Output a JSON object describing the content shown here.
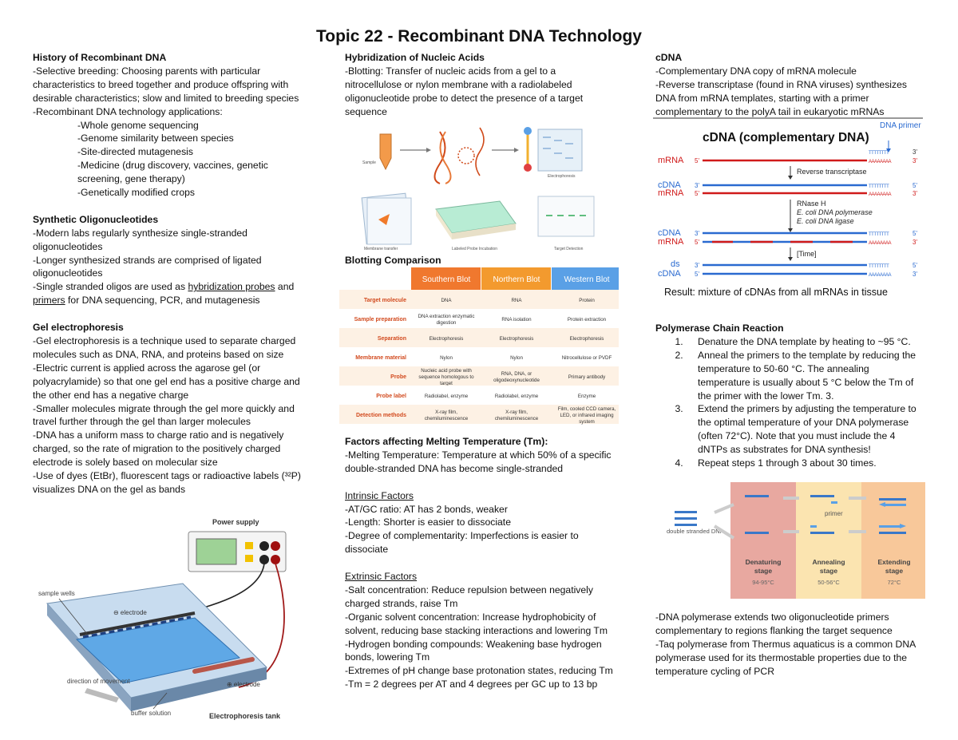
{
  "title": "Topic 22 - Recombinant DNA Technology",
  "col1": {
    "history": {
      "heading": "History of Recombinant DNA",
      "lines": [
        "-Selective breeding: Choosing parents with particular",
        "characteristics to breed together and produce offspring with",
        "desirable characteristics; slow and limited to breeding species",
        "-Recombinant DNA technology applications:"
      ],
      "apps": [
        "-Whole genome sequencing",
        "-Genome similarity between species",
        "-Site-directed mutagenesis",
        "-Medicine (drug discovery, vaccines, genetic",
        "screening, gene therapy)",
        "-Genetically modified crops"
      ]
    },
    "synthetic": {
      "heading": "Synthetic Oligonucleotides",
      "lines": [
        "-Modern labs regularly synthesize single-stranded",
        "oligonucleotides",
        "-Longer synthesized strands are comprised of ligated",
        "oligonucleotides"
      ],
      "probe_pre": "-Single stranded oligos are used as ",
      "probe_link": "hybridization probes",
      "probe_post": " and",
      "primer_link": "primers",
      "primer_post": " for DNA sequencing, PCR, and mutagenesis"
    },
    "gel": {
      "heading": "Gel electrophoresis",
      "lines": [
        "-Gel electrophoresis is a technique used to separate charged",
        "molecules such as DNA, RNA, and proteins based on size",
        "-Electric current is applied across the agarose gel (or",
        "polyacrylamide) so that one gel end has a positive charge and",
        "the other end has a negative charge",
        "-Smaller molecules migrate through the gel more quickly and",
        "travel further through the gel than larger molecules",
        "-DNA has a uniform mass to charge ratio and is negatively",
        "charged, so the rate of migration to the positively charged",
        "electrode is solely based on molecular size",
        "-Use of dyes (EtBr), fluorescent tags or radioactive labels (³²P)",
        "visualizes DNA on the gel as bands"
      ],
      "figure": {
        "power_supply": "Power supply",
        "sample_wells": "sample wells",
        "neg_electrode": "⊖ electrode",
        "pos_electrode": "⊕ electrode",
        "direction": "direction of movement",
        "buffer": "buffer solution",
        "tank": "Electrophoresis tank"
      }
    }
  },
  "col2": {
    "hybridization": {
      "heading": "Hybridization of Nucleic Acids",
      "lines": [
        "-Blotting: Transfer of nucleic acids from a gel to a",
        "nitrocellulose or nylon membrane with a radiolabeled",
        "oligonucleotide probe to detect the presence of a target",
        "sequence"
      ],
      "figure": {
        "sample": "Sample",
        "electrophoresis": "Electrophoresis",
        "membrane": "Membrane transfer",
        "hybridization": "Labeled Probe Incubation",
        "detection": "Target Detection"
      }
    },
    "blotting": {
      "heading": "Blotting Comparison",
      "columns": [
        "Southern Blot",
        "Northern Blot",
        "Western Blot"
      ],
      "header_colors": [
        "#f0782e",
        "#f39a2e",
        "#5aa0e6"
      ],
      "rows": [
        {
          "label": "Target molecule",
          "cells": [
            "DNA",
            "RNA",
            "Protein"
          ]
        },
        {
          "label": "Sample preparation",
          "cells": [
            "DNA extraction enzymatic digestion",
            "RNA isolation",
            "Protein extraction"
          ]
        },
        {
          "label": "Separation",
          "cells": [
            "Electrophoresis",
            "Electrophoresis",
            "Electrophoresis"
          ]
        },
        {
          "label": "Membrane material",
          "cells": [
            "Nylon",
            "Nylon",
            "Nitrocellulose or PVDF"
          ]
        },
        {
          "label": "Probe",
          "cells": [
            "Nucleic acid probe with sequence homologous to target",
            "RNA, DNA, or oligodeoxynucleotide",
            "Primary antibody"
          ]
        },
        {
          "label": "Probe label",
          "cells": [
            "Radiolabel, enzyme",
            "Radiolabel, enzyme",
            "Enzyme"
          ]
        },
        {
          "label": "Detection methods",
          "cells": [
            "X-ray film, chemiluminescence",
            "X-ray film, chemiluminescence",
            "Film, cooled CCD camera, LED, or infrared imaging system"
          ]
        }
      ]
    },
    "melting": {
      "heading": "Factors affecting Melting Temperature (Tm):",
      "lines": [
        "-Melting Temperature: Temperature at which 50% of a specific",
        "double-stranded DNA has become single-stranded"
      ],
      "intrinsic_heading": "Intrinsic Factors",
      "intrinsic": [
        "-AT/GC ratio: AT has 2 bonds, weaker",
        "-Length: Shorter is easier to dissociate",
        "-Degree of complementarity: Imperfections is easier to",
        "dissociate"
      ],
      "extrinsic_heading": "Extrinsic Factors",
      "extrinsic": [
        "-Salt concentration: Reduce repulsion between negatively",
        "charged strands, raise Tm",
        "-Organic solvent concentration: Increase hydrophobicity of",
        "solvent, reducing base stacking interactions and lowering Tm",
        "-Hydrogen bonding compounds: Weakening base hydrogen",
        "bonds, lowering Tm",
        "-Extremes of pH change base protonation states, reducing Tm",
        "-Tm = 2 degrees per AT and 4 degrees per GC up to 13 bp"
      ]
    }
  },
  "col3": {
    "cdna": {
      "heading": "cDNA",
      "lines": [
        "-Complementary DNA copy of mRNA molecule",
        "-Reverse transcriptase (found in RNA viruses) synthesizes",
        "DNA from mRNA templates, starting with a primer",
        "complementary to the polyA tail in eukaryotic mRNAs"
      ],
      "figure": {
        "title": "cDNA (complementary DNA)",
        "primer": "DNA primer",
        "mrna": "mRNA",
        "cdna": "cDNA",
        "ds": "ds",
        "five": "5'",
        "three": "3'",
        "step1": "Reverse transcriptase",
        "step2a": "RNase H",
        "step2b": "E. coli DNA polymerase",
        "step2c": "E. coli DNA ligase",
        "step3": "[Time]",
        "tail_t": "TTTTTTTT",
        "tail_a": "AAAAAAAA",
        "result": "Result: mixture of cDNAs from all mRNAs in tissue"
      }
    },
    "pcr": {
      "heading": "Polymerase Chain Reaction",
      "steps": [
        [
          "Denature the DNA template by heating to ~95 °C."
        ],
        [
          "Anneal the primers to the template by reducing the",
          "temperature to 50-60 °C. The annealing",
          "temperature is usually about 5 °C below the Tm of",
          "the primer with the lower Tm. 3."
        ],
        [
          "Extend the primers by adjusting the temperature to",
          "the optimal temperature of your DNA polymerase",
          "(often 72°C). Note that you must include the 4",
          "dNTPs as substrates for DNA synthesis!"
        ],
        [
          "Repeat steps 1 through 3 about 30 times."
        ]
      ],
      "figure": {
        "ds_dna": "double stranded DNA",
        "primer": "primer",
        "stages": [
          {
            "name": "Denaturing stage",
            "temp": "94-95°C",
            "color": "#e8a8a0"
          },
          {
            "name": "Annealing stage",
            "temp": "50-56°C",
            "color": "#fbe4b0"
          },
          {
            "name": "Extending stage",
            "temp": "72°C",
            "color": "#f8c89a"
          }
        ]
      },
      "notes": [
        "-DNA polymerase extends two oligonucleotide primers",
        "complementary to regions flanking the target sequence",
        "-Taq polymerase from Thermus aquaticus is a common DNA",
        "polymerase used for its thermostable properties due to the",
        "temperature cycling of PCR"
      ]
    }
  }
}
